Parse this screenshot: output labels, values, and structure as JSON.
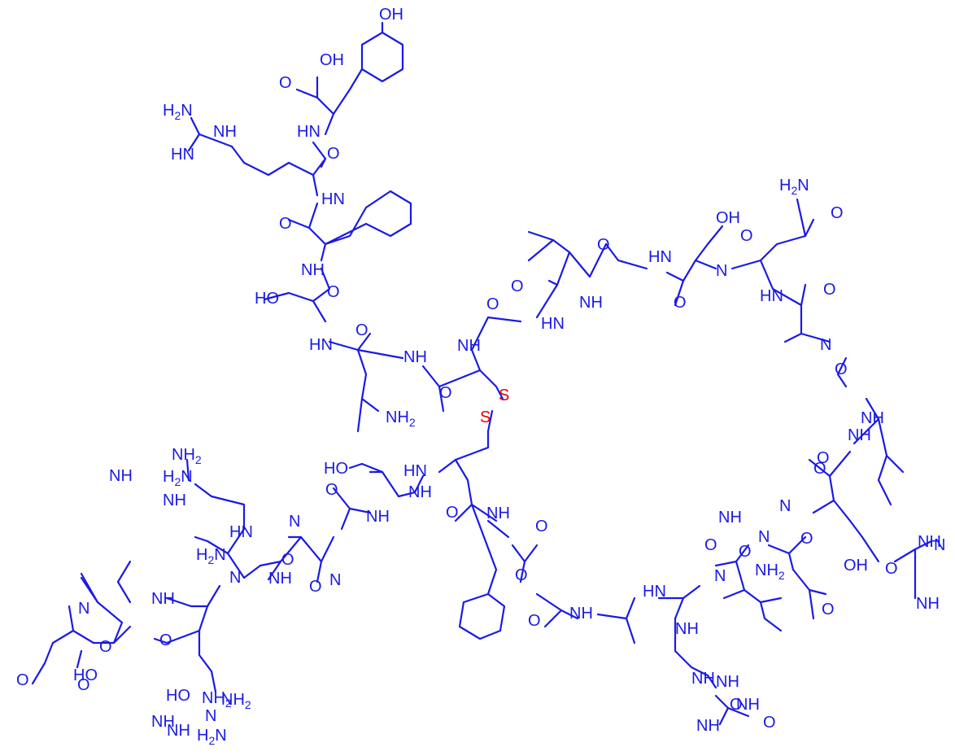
{
  "molecule": {
    "colors": {
      "atom": "#1a1ae6",
      "sulfur": "#e60000"
    },
    "labels": [
      "OH",
      "OH",
      "O",
      "H2N",
      "NH",
      "HN",
      "HN",
      "O",
      "HN",
      "O",
      "NH",
      "O",
      "HO",
      "HN",
      "O",
      "NH",
      "O",
      "NH",
      "O",
      "HN",
      "O",
      "NH",
      "O",
      "O",
      "HN",
      "NH2",
      "H2N",
      "O",
      "OH",
      "N",
      "O",
      "HN",
      "O",
      "N",
      "O",
      "NH",
      "O",
      "NH",
      "S",
      "S",
      "HN",
      "HO",
      "NH",
      "O",
      "NH",
      "O",
      "O",
      "NH",
      "O",
      "NH",
      "O",
      "HN",
      "N",
      "NH",
      "NH2",
      "NH",
      "O",
      "N",
      "O",
      "O",
      "N",
      "O",
      "N",
      "O",
      "NH",
      "OH",
      "O",
      "NH",
      "H2N",
      "NH",
      "NH2",
      "NH",
      "N",
      "NH",
      "O",
      "N",
      "O",
      "N",
      "HN",
      "H2N",
      "NH",
      "HO",
      "O",
      "N",
      "O",
      "O",
      "NH",
      "N",
      "HO",
      "NH2",
      "O",
      "NH",
      "NH2",
      "H2N",
      "NH",
      "NH",
      "O",
      "NH",
      "O",
      "NH"
    ]
  }
}
